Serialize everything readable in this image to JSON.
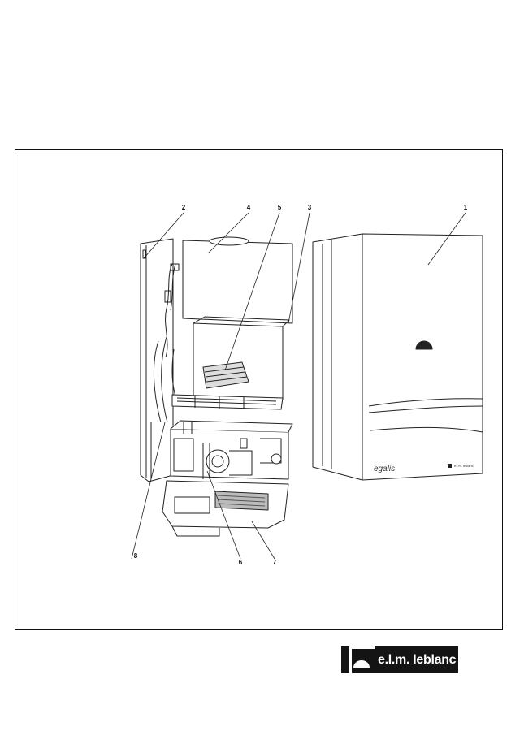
{
  "figure": {
    "callouts": {
      "c1": "1",
      "c2": "2",
      "c3": "3",
      "c4": "4",
      "c5": "5",
      "c6": "6",
      "c7": "7",
      "c8": "8"
    },
    "product_name": "egalis",
    "casing_brand": "e.l.m. leblanc"
  },
  "brand": {
    "name": "e.l.m. leblanc",
    "colors": {
      "mark": "#141414",
      "text": "#ffffff"
    }
  }
}
